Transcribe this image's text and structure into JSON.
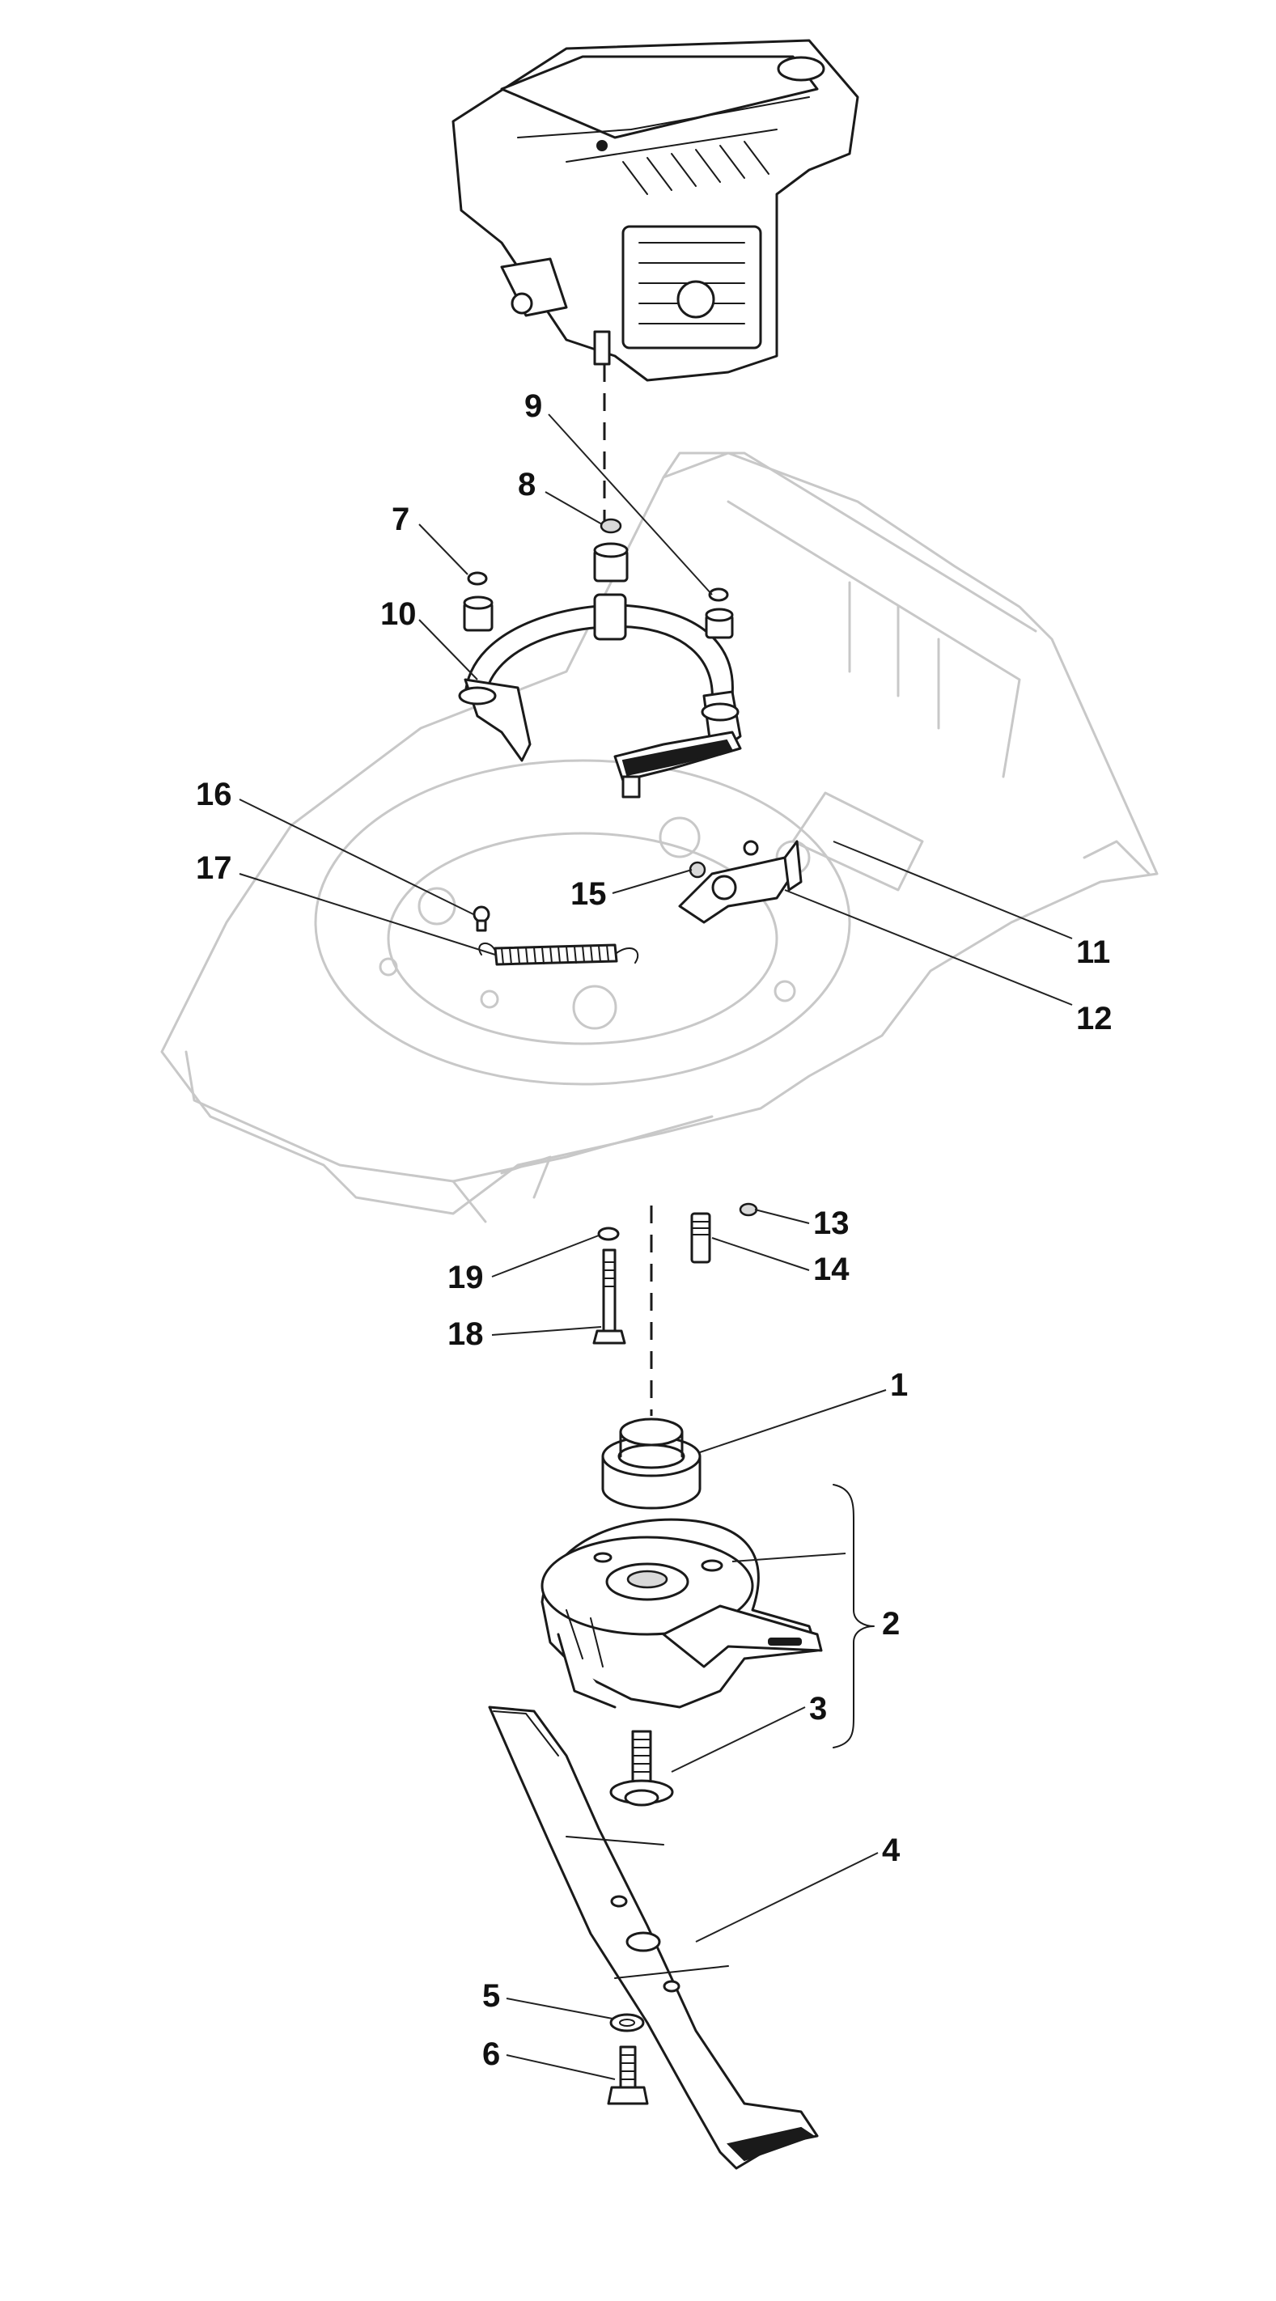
{
  "callouts": [
    {
      "id": "1",
      "label": "1"
    },
    {
      "id": "2",
      "label": "2"
    },
    {
      "id": "3",
      "label": "3"
    },
    {
      "id": "4",
      "label": "4"
    },
    {
      "id": "5",
      "label": "5"
    },
    {
      "id": "6",
      "label": "6"
    },
    {
      "id": "7",
      "label": "7"
    },
    {
      "id": "8",
      "label": "8"
    },
    {
      "id": "9",
      "label": "9"
    },
    {
      "id": "10",
      "label": "10"
    },
    {
      "id": "11",
      "label": "11"
    },
    {
      "id": "12",
      "label": "12"
    },
    {
      "id": "13",
      "label": "13"
    },
    {
      "id": "14",
      "label": "14"
    },
    {
      "id": "15",
      "label": "15"
    },
    {
      "id": "16",
      "label": "16"
    },
    {
      "id": "17",
      "label": "17"
    },
    {
      "id": "18",
      "label": "18"
    },
    {
      "id": "19",
      "label": "19"
    }
  ],
  "colors": {
    "ink": "#1a1a1a",
    "ghost": "#c8c8c8",
    "background": "#ffffff"
  }
}
